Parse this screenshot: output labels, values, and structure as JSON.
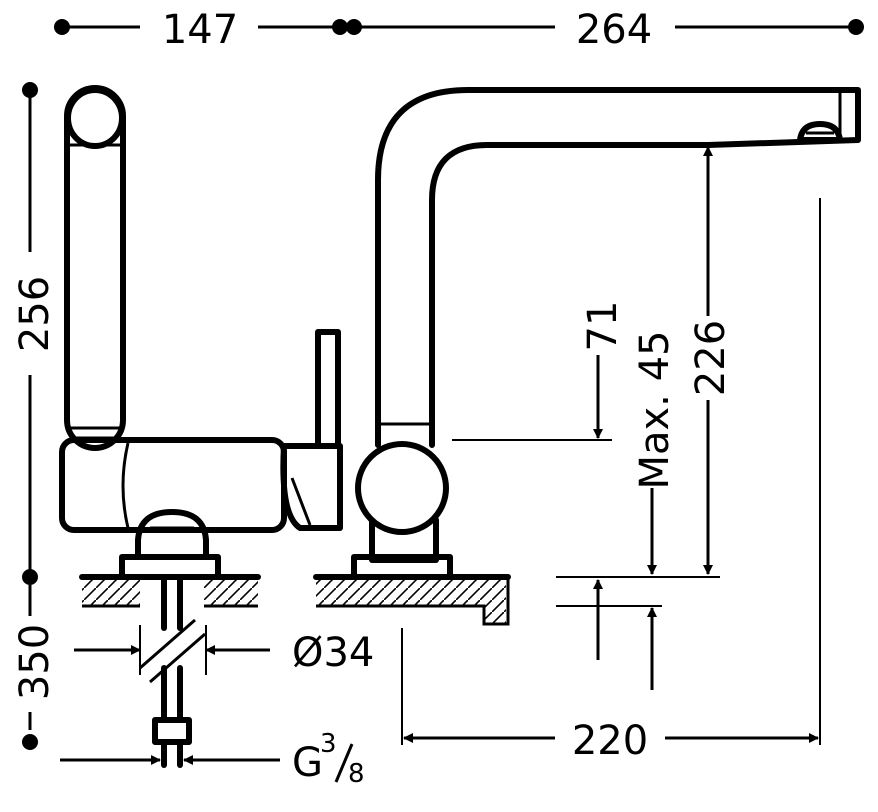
{
  "dimensions": {
    "top_left_width": "147",
    "top_right_width": "264",
    "left_height_upper": "256",
    "left_height_lower": "350",
    "outlet_height": "226",
    "aerator_drop": "71",
    "max_thickness": "Max. 45",
    "hole_diameter": "Ø34",
    "connection_thread": "G",
    "connection_thread_num": "3",
    "connection_thread_den": "8",
    "reach": "220"
  },
  "colors": {
    "ink": "#000000",
    "paper": "#ffffff"
  }
}
